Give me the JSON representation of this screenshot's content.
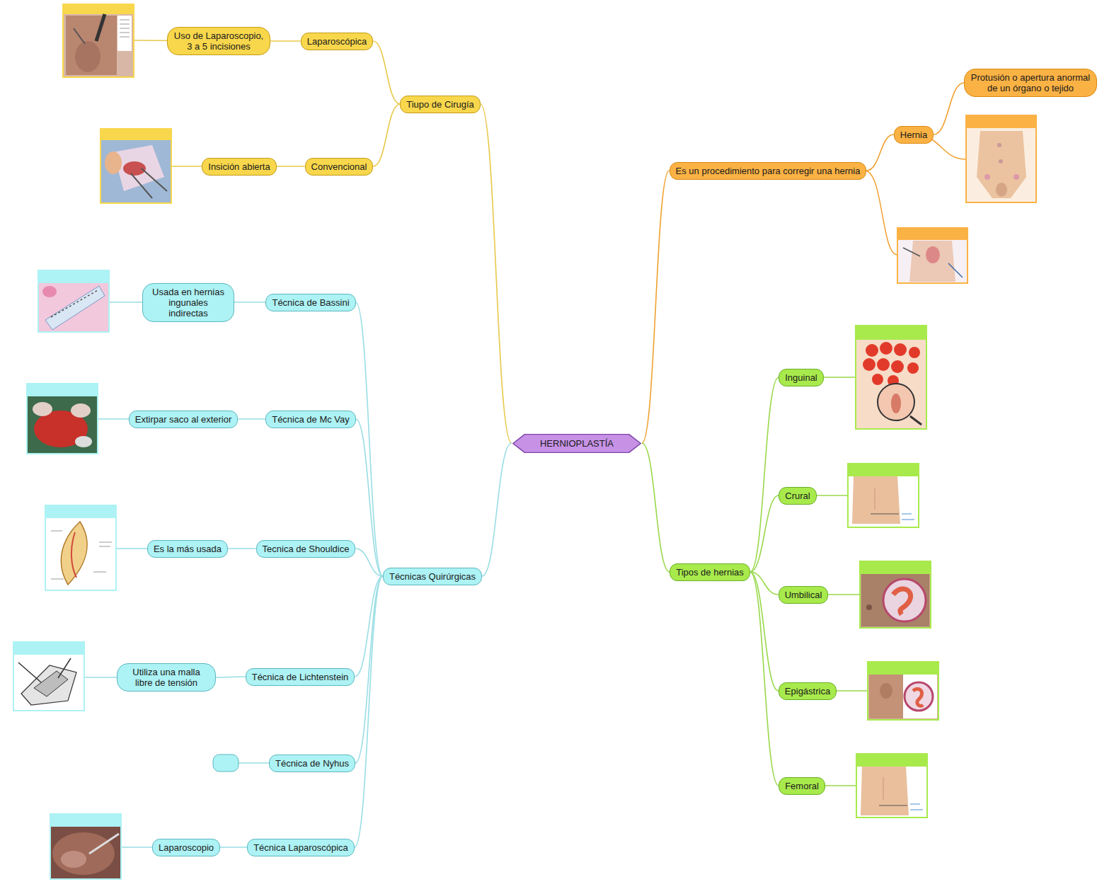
{
  "diagram": {
    "nodes": [
      {
        "text": [
          "HERNIOPLASTÍA"
        ]
      },
      {
        "text": [
          "Tiupo de Cirugía"
        ]
      },
      {
        "text": [
          "Laparoscópica"
        ]
      },
      {
        "text": [
          "Uso de Laparoscopio, 3 a 5 incisiones"
        ]
      },
      {
        "text": [
          "Convencional"
        ]
      },
      {
        "text": [
          "Insición abierta"
        ]
      },
      {
        "text": [
          "Es un procedimiento para corregir una hernia"
        ]
      },
      {
        "text": [
          "Hernia"
        ]
      },
      {
        "text": [
          "Protusión o apertura anormal de un órgano o tejido"
        ]
      },
      {
        "text": [
          "Tipos de hernias"
        ]
      },
      {
        "text": [
          "Inguinal"
        ]
      },
      {
        "text": [
          "Crural"
        ]
      },
      {
        "text": [
          "Umbilical"
        ]
      },
      {
        "text": [
          "Epigástrica"
        ]
      },
      {
        "text": [
          "Femoral"
        ]
      },
      {
        "text": [
          "Técnicas Quirúrgicas"
        ]
      },
      {
        "text": [
          "Técnica de Bassini"
        ]
      },
      {
        "text": [
          "Usada en hernias ingunales indirectas"
        ]
      },
      {
        "text": [
          "Técnica de Mc Vay"
        ]
      },
      {
        "text": [
          "Extirpar saco al exterior"
        ]
      },
      {
        "text": [
          "Tecnica de Shouldice"
        ]
      },
      {
        "text": [
          "Es la más usada"
        ]
      },
      {
        "text": [
          "Técnica de Lichtenstein"
        ]
      },
      {
        "text": [
          "Utiliza una malla libre de tensión"
        ]
      },
      {
        "text": [
          "Técnica de Nyhus"
        ]
      },
      {
        "text": [
          "Técnica Laparoscópica"
        ]
      },
      {
        "text": [
          "Laparoscopio"
        ]
      }
    ],
    "edges": [
      {
        "from": 0,
        "to": 1,
        "arrow": "none"
      },
      {
        "from": 1,
        "to": 2,
        "arrow": "none"
      },
      {
        "from": 2,
        "to": 3,
        "arrow": "none"
      },
      {
        "from": 1,
        "to": 4,
        "arrow": "none"
      },
      {
        "from": 4,
        "to": 5,
        "arrow": "none"
      },
      {
        "from": 0,
        "to": 6,
        "arrow": "none"
      },
      {
        "from": 6,
        "to": 7,
        "arrow": "none"
      },
      {
        "from": 7,
        "to": 8,
        "arrow": "none"
      },
      {
        "from": 0,
        "to": 9,
        "arrow": "none"
      },
      {
        "from": 9,
        "to": 10,
        "arrow": "none"
      },
      {
        "from": 9,
        "to": 11,
        "arrow": "none"
      },
      {
        "from": 9,
        "to": 12,
        "arrow": "none"
      },
      {
        "from": 9,
        "to": 13,
        "arrow": "none"
      },
      {
        "from": 9,
        "to": 14,
        "arrow": "none"
      },
      {
        "from": 0,
        "to": 15,
        "arrow": "none"
      },
      {
        "from": 15,
        "to": 16,
        "arrow": "none"
      },
      {
        "from": 16,
        "to": 17,
        "arrow": "none"
      },
      {
        "from": 15,
        "to": 18,
        "arrow": "none"
      },
      {
        "from": 18,
        "to": 19,
        "arrow": "none"
      },
      {
        "from": 15,
        "to": 20,
        "arrow": "none"
      },
      {
        "from": 20,
        "to": 21,
        "arrow": "none"
      },
      {
        "from": 15,
        "to": 22,
        "arrow": "none"
      },
      {
        "from": 22,
        "to": 23,
        "arrow": "none"
      },
      {
        "from": 15,
        "to": 24,
        "arrow": "none"
      },
      {
        "from": 15,
        "to": 25,
        "arrow": "none"
      },
      {
        "from": 25,
        "to": 26,
        "arrow": "none"
      }
    ]
  }
}
